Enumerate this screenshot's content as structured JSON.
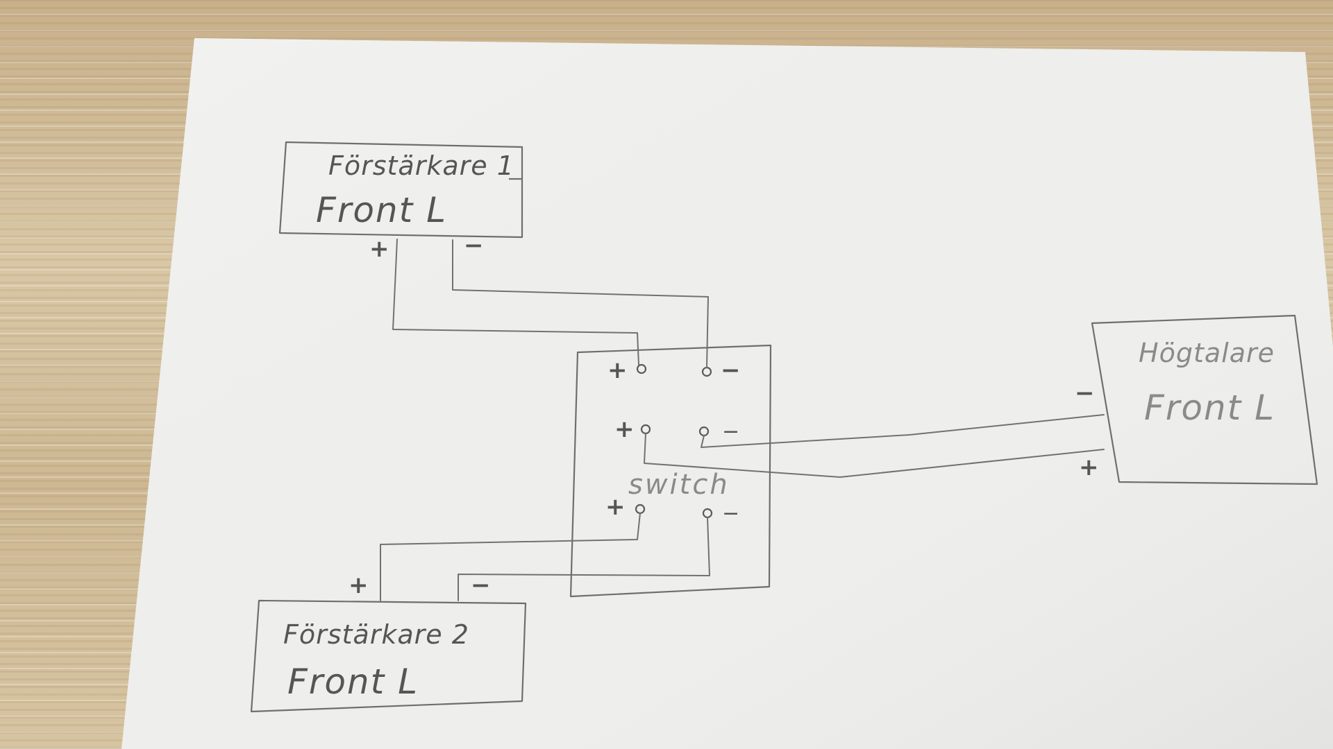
{
  "amplifier1": {
    "title": "Förstärkare 1",
    "subtitle": "Front L",
    "plus": "+",
    "minus": "−"
  },
  "amplifier2": {
    "title": "Förstärkare 2",
    "subtitle": "Front L",
    "plus": "+",
    "minus": "−"
  },
  "speaker": {
    "title": "Högtalare",
    "subtitle": "Front L",
    "plus": "+",
    "minus": "−"
  },
  "switch": {
    "label": "switch",
    "row1_plus": "+",
    "row1_minus": "−",
    "row2_plus": "+",
    "row2_minus": "−",
    "row3_plus": "+",
    "row3_minus": "−"
  },
  "colors": {
    "pencil": "#6e6e6e",
    "paper": "#eeeeec",
    "wood": "#cdb893"
  }
}
